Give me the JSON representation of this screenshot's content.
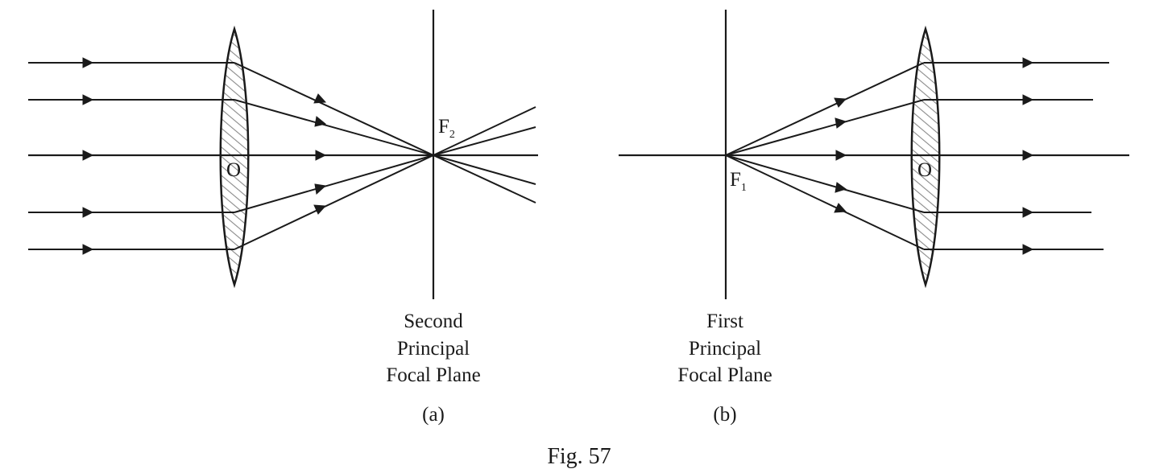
{
  "panels": [
    {
      "id": "a",
      "focal_point": {
        "letter": "F",
        "subscript": "2"
      },
      "lens_center": "O",
      "plane_label": [
        "Second",
        "Principal",
        "Focal Plane"
      ],
      "caption": "(a)"
    },
    {
      "id": "b",
      "focal_point": {
        "letter": "F",
        "subscript": "1"
      },
      "lens_center": "O",
      "plane_label": [
        "First",
        "Principal",
        "Focal Plane"
      ],
      "caption": "(b)"
    }
  ],
  "figure_caption": "Fig. 57",
  "colors": {
    "ink": "#1a1a1a",
    "hatch": "#8a8a8a",
    "background": "#ffffff"
  }
}
